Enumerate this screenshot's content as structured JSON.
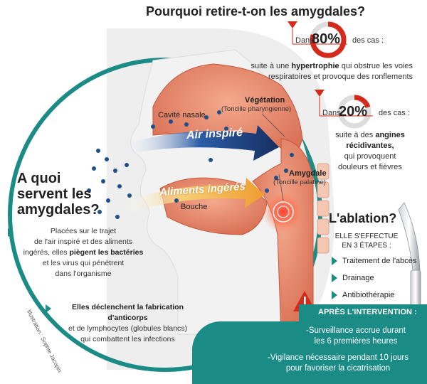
{
  "title": "Pourquoi retire-t-on les amygdales?",
  "stat1": {
    "prefix": "Dans",
    "percent": "80%",
    "suffix": "des cas :",
    "value": 80,
    "line1_pre": "suite à une",
    "line1_bold": "hypertrophie",
    "line1_post": "qui obstrue les voies",
    "line2": "respiratoires et provoque des ronflements"
  },
  "stat2": {
    "prefix": "Dans",
    "percent": "20%",
    "suffix": "des cas :",
    "value": 20,
    "line1_pre": "suite à des",
    "line1_bold": "angines",
    "line2_bold": "récidivantes,",
    "line3": "qui provoquent",
    "line4": "douleurs et fièvres"
  },
  "labels": {
    "cavite": "Cavité nasale",
    "vegetation": "Végétation",
    "vegetation_sub": "(Toncille pharyngienne)",
    "air": "Air inspiré",
    "aliments": "Aliments ingérés",
    "amygdale": "Amygdale",
    "amygdale_sub": "(Toncille palatine)",
    "bouche": "Bouche"
  },
  "quoi": {
    "line1": "A quoi",
    "line2": "servent les",
    "line3": "amygdales?"
  },
  "para1": {
    "l1": "Placées sur le trajet",
    "l2": "de l'air inspiré et des aliments",
    "l3_pre": "ingérés, elles",
    "l3_bold": "piègent les bactéries",
    "l4": "et les virus qui pénètrent",
    "l5": "dans l'organisme"
  },
  "para2": {
    "l1_bold": "Elles déclenchent la fabrication d'anticorps",
    "l2": "et de lymphocytes (globules blancs)",
    "l3": "qui combattent les infections"
  },
  "credit": "Illustration : Sophie Jacopin",
  "ablation": {
    "title": "L'ablation?",
    "intro1": "ELLE S'EFFECTUE",
    "intro2": "EN 3 ÉTAPES :",
    "steps": [
      "Traitement de l'abcès",
      "Drainage",
      "Antibiothérapie"
    ]
  },
  "apres": {
    "heading": "APRÈS L'INTERVENTION :",
    "item1_l1": "-Surveillance accrue durant",
    "item1_l2": "les 6 premières heures",
    "item2_l1": "-Vigilance nécessaire pendant  10 jours",
    "item2_l2": "pour favoriser la cicatrisation"
  },
  "colors": {
    "teal": "#1b8b86",
    "red": "#d42a1c",
    "tissue": "#e8866a",
    "navy": "#1d3d7a",
    "orange": "#f2b24a"
  }
}
